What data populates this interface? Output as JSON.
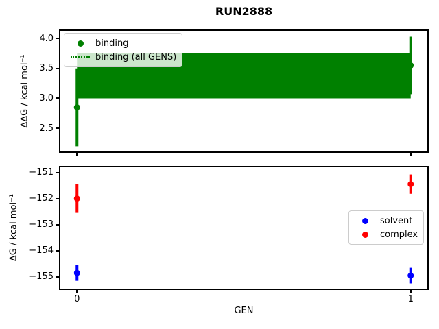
{
  "figure": {
    "title": "RUN2888",
    "background": "#ffffff"
  },
  "chart_data": [
    {
      "type": "errorbar",
      "name": "binding-panel",
      "title": "RUN2888",
      "xlabel": "",
      "ylabel": "ΔΔG / kcal mol⁻¹",
      "xlim": [
        -0.054,
        1.054
      ],
      "ylim": [
        2.09,
        4.15
      ],
      "grid": false,
      "xtick_values": [
        0,
        1
      ],
      "xtick_labels": [],
      "ytick_values": [
        2.5,
        3.0,
        3.5,
        4.0
      ],
      "ytick_labels": [
        "2.5",
        "3.0",
        "3.5",
        "4.0"
      ],
      "band": {
        "label": "binding (all GENS)",
        "x0": 0,
        "x1": 1,
        "lo": 3.0,
        "hi": 3.76,
        "center": 3.38,
        "color": "#008000",
        "center_linestyle": "dotted"
      },
      "series": [
        {
          "name": "binding",
          "color": "#008000",
          "marker": "circle",
          "x": [
            0,
            1
          ],
          "y": [
            2.85,
            3.55
          ],
          "yerr": [
            0.65,
            0.48
          ]
        }
      ],
      "legend": {
        "position": "upper-left",
        "items": [
          {
            "glyph": "dot",
            "color": "#008000",
            "label": "binding"
          },
          {
            "glyph": "dotted-line",
            "color": "#008000",
            "label": "binding (all GENS)"
          }
        ]
      }
    },
    {
      "type": "errorbar",
      "name": "dg-panel",
      "title": "",
      "xlabel": "GEN",
      "ylabel": "ΔG / kcal mol⁻¹",
      "xlim": [
        -0.054,
        1.054
      ],
      "ylim": [
        -155.5,
        -150.75
      ],
      "grid": false,
      "xtick_values": [
        0,
        1
      ],
      "xtick_labels": [
        "0",
        "1"
      ],
      "ytick_values": [
        -155,
        -154,
        -153,
        -152,
        -151
      ],
      "ytick_labels": [
        "−155",
        "−154",
        "−153",
        "−152",
        "−151"
      ],
      "series": [
        {
          "name": "solvent",
          "color": "#0000ff",
          "marker": "circle",
          "x": [
            0,
            1
          ],
          "y": [
            -154.85,
            -154.95
          ],
          "yerr": [
            0.3,
            0.3
          ]
        },
        {
          "name": "complex",
          "color": "#ff0000",
          "marker": "circle",
          "x": [
            0,
            1
          ],
          "y": [
            -152.0,
            -151.45
          ],
          "yerr": [
            0.55,
            0.37
          ]
        }
      ],
      "legend": {
        "position": "center-right",
        "items": [
          {
            "glyph": "dot",
            "color": "#0000ff",
            "label": "solvent"
          },
          {
            "glyph": "dot",
            "color": "#ff0000",
            "label": "complex"
          }
        ]
      }
    }
  ]
}
